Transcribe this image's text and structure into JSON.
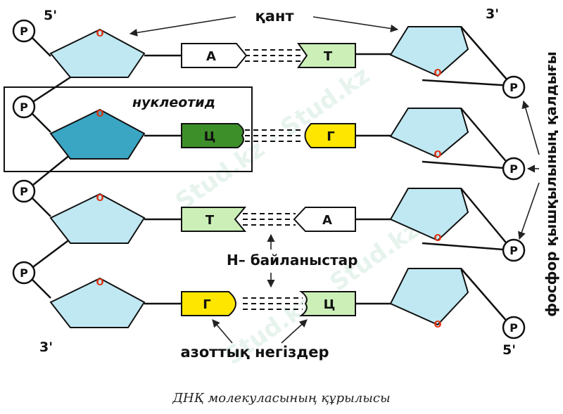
{
  "watermark": "Stud.kz - Stud.kz",
  "strand_ends": {
    "top_left": "5'",
    "top_right": "3'",
    "bottom_left": "3'",
    "bottom_right": "5'"
  },
  "sugar_ring_atom": "O",
  "phosphate_label": "P",
  "base_pairs": [
    {
      "left": "А",
      "right": "Т"
    },
    {
      "left": "Ц",
      "right": "Г"
    },
    {
      "left": "Т",
      "right": "А"
    },
    {
      "left": "Г",
      "right": "Ц"
    }
  ],
  "labels": {
    "sugar": "қант",
    "nucleotide": "нуклеотид",
    "h_bonds": "H– байланыстар",
    "nitrogen_bases": "азоттық негіздер",
    "phosphate_residue": "фосфор қышқылының қалдығы",
    "caption": "ДНҚ молекуласының құрылысы"
  },
  "colors": {
    "sugar_fill": "#bfe8f2",
    "sugar_highlight": "#3aa6c4",
    "base_light": "#ccefb8",
    "base_dark": "#3d8f2a",
    "base_yellow": "#ffe600",
    "base_white": "#ffffff",
    "ring_oxygen": "#e03010"
  }
}
